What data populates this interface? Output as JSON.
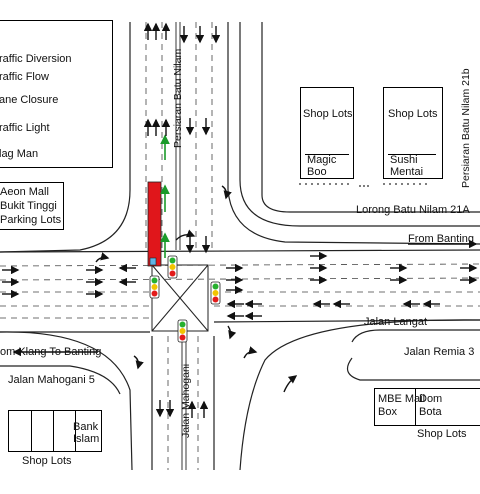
{
  "legend": {
    "items": [
      {
        "label": "raffic Diversion"
      },
      {
        "label": "raffic Flow"
      },
      {
        "label": "ane Closure"
      },
      {
        "label": "raffic Light"
      },
      {
        "label": "lag Man"
      }
    ]
  },
  "places": {
    "aeon_line1": "Aeon Mall",
    "aeon_line2": "Bukit Tinggi",
    "aeon_line3": "Parking Lots",
    "shop_lots_a": "Shop Lots",
    "magic_line1": "Magic",
    "magic_line2": "Boo",
    "shop_lots_b": "Shop Lots",
    "sushi_line1": "Sushi",
    "sushi_line2": "Mentai",
    "bank_line1": "Bank",
    "bank_line2": "Islam",
    "shop_lots_bottom_left": "Shop Lots",
    "mbe_line1": "MBE Mail",
    "mbe_line2": "Box",
    "dom_line1": "Dom",
    "dom_line2": "Bota",
    "shop_lots_bottom_right": "Shop Lots"
  },
  "roads": {
    "persiaran_batu_nilam": "Persiaran Batu Nilam",
    "persiaran_batu_nilam_21b": "Persiaran Batu Nilam 21b",
    "lorong_batu_nilam_21a": "Lorong Batu Nilam 21A",
    "jalan_langat": "Jalan Langat",
    "jalan_remia": "Jalan Remia 3",
    "jalan_mahogani_5": "Jalan Mahogani 5",
    "jalan_mahogani": "Jalan Mahogani",
    "from_banting": "From Banting",
    "from_klang_to_banting": "om Klang To Banting"
  },
  "colors": {
    "lane_closure": "#e0161b",
    "flow_arrow": "#1a9a2a",
    "light_red": "#e31b1b",
    "light_amber": "#f2c400",
    "light_green": "#27b02f",
    "ink": "#111111"
  }
}
